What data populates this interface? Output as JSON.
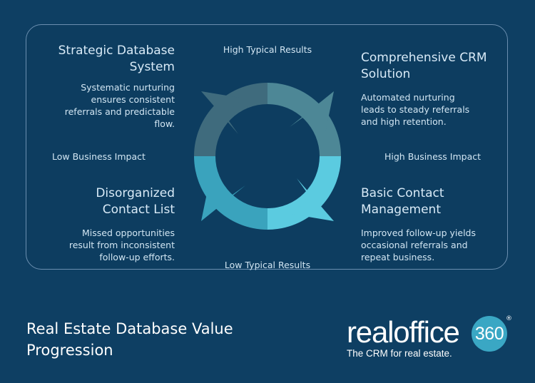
{
  "diagram": {
    "axes": {
      "top": "High Typical Results",
      "bottom": "Low Typical Results",
      "left": "Low Business Impact",
      "right": "High Business Impact"
    },
    "quadrants": {
      "top_left": {
        "title_line1": "Strategic Database",
        "title_line2": "System",
        "desc_line1": "Systematic nurturing",
        "desc_line2": "ensures consistent",
        "desc_line3": "referrals and predictable",
        "desc_line4": "flow.",
        "color": "#3f6b7d"
      },
      "top_right": {
        "title_line1": "Comprehensive CRM",
        "title_line2": "Solution",
        "desc_line1": "Automated nurturing",
        "desc_line2": "leads to steady referrals",
        "desc_line3": "and high retention.",
        "color": "#4d8796"
      },
      "bottom_left": {
        "title_line1": "Disorganized",
        "title_line2": "Contact List",
        "desc_line1": "Missed opportunities",
        "desc_line2": "result from inconsistent",
        "desc_line3": "follow-up efforts.",
        "color": "#3aa3bd"
      },
      "bottom_right": {
        "title_line1": "Basic Contact",
        "title_line2": "Management",
        "desc_line1": "Improved follow-up yields",
        "desc_line2": "occasional referrals and",
        "desc_line3": "repeat business.",
        "color": "#5bcbe0"
      }
    }
  },
  "footer": {
    "title_line1": "Real Estate Database Value",
    "title_line2": "Progression",
    "logo_word": "realoffice",
    "logo_number": "360",
    "logo_reg": "®",
    "logo_tagline": "The CRM for real estate."
  },
  "colors": {
    "background": "#0e3f63",
    "panel_border": "#6b8fb0"
  }
}
